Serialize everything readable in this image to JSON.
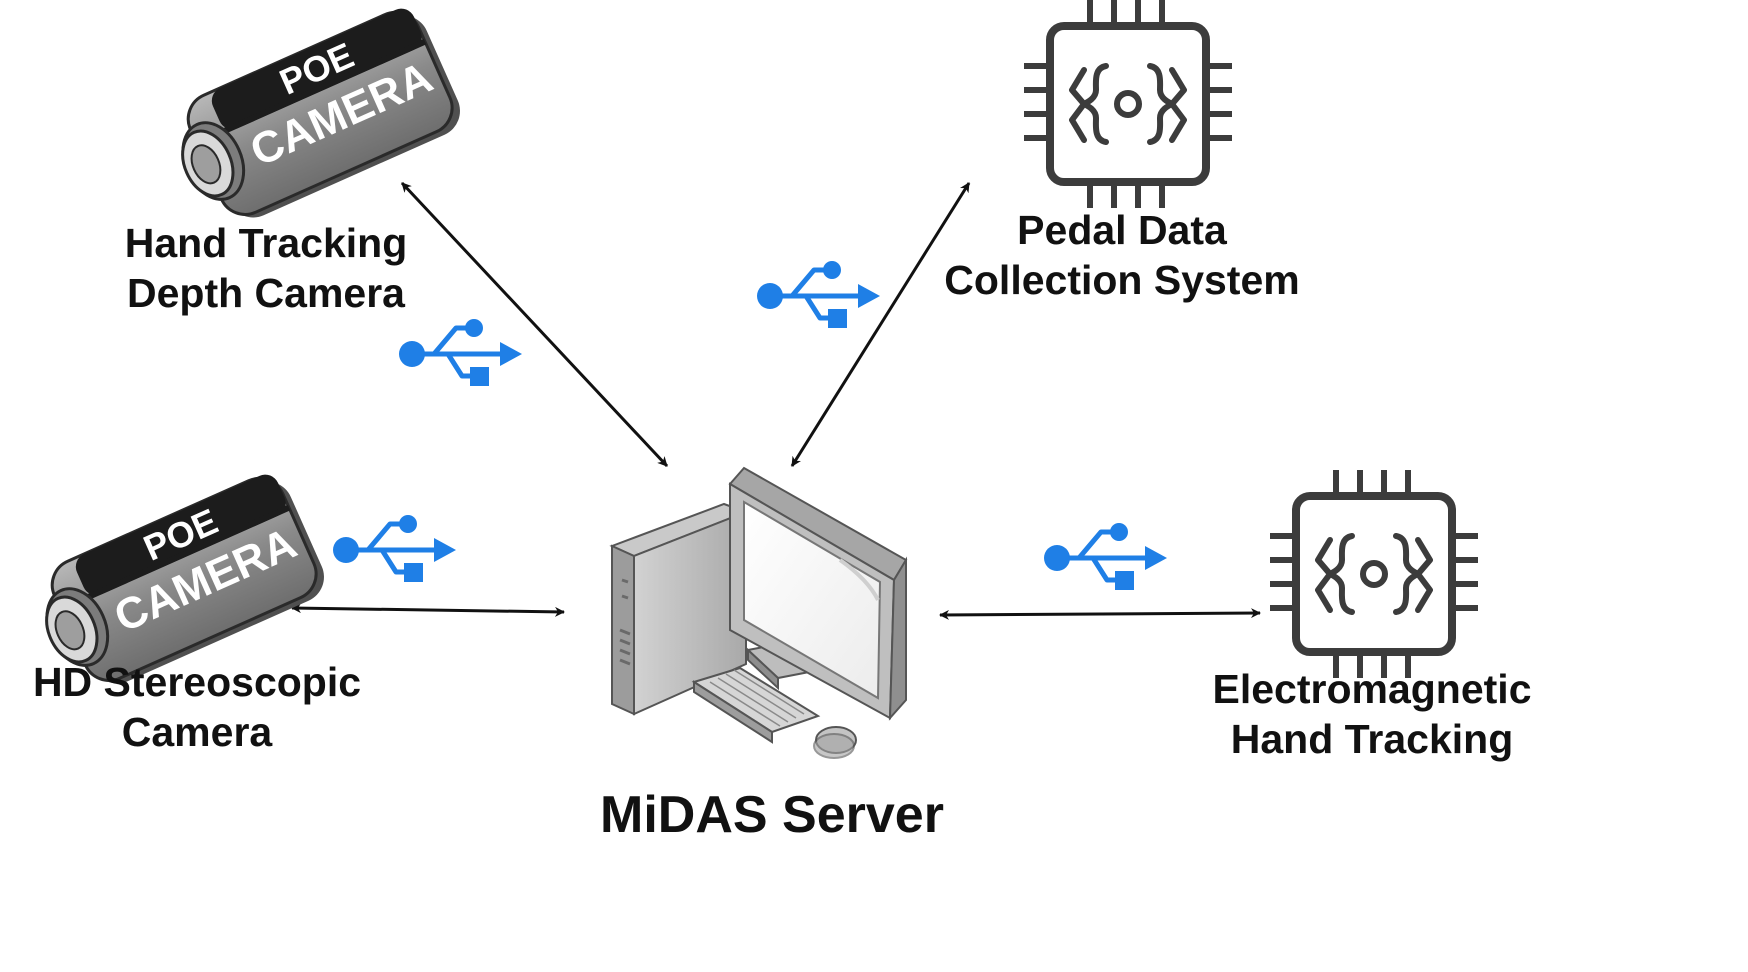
{
  "nodes": {
    "depth_camera": {
      "badge_top": "POE",
      "badge_bottom": "CAMERA",
      "label_line1": "Hand Tracking",
      "label_line2": "Depth Camera"
    },
    "stereo_camera": {
      "badge_top": "POE",
      "badge_bottom": "CAMERA",
      "label_line1": "HD Stereoscopic",
      "label_line2": "Camera"
    },
    "pedal_system": {
      "label_line1": "Pedal Data",
      "label_line2": "Collection System"
    },
    "em_tracking": {
      "label_line1": "Electromagnetic",
      "label_line2": "Hand Tracking"
    },
    "server": {
      "label": "MiDAS Server"
    }
  },
  "connections": [
    {
      "from": "depth_camera",
      "to": "server",
      "interface": "usb-icon",
      "bidirectional": true
    },
    {
      "from": "stereo_camera",
      "to": "server",
      "interface": "usb-icon",
      "bidirectional": true
    },
    {
      "from": "pedal_system",
      "to": "server",
      "interface": "usb-icon",
      "bidirectional": true
    },
    {
      "from": "em_tracking",
      "to": "server",
      "interface": "usb-icon",
      "bidirectional": true
    }
  ],
  "colors": {
    "usb": "#1f7fe6",
    "arrow": "#111111",
    "camera_body": "#8d8d8d",
    "camera_band": "#1c1c1c",
    "chip": "#3c3c3c"
  }
}
